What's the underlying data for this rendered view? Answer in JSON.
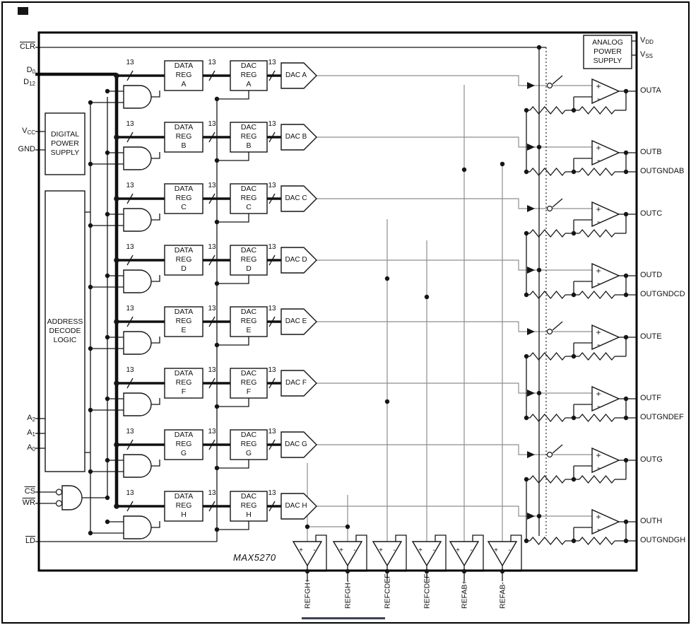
{
  "part_number": "MAX5270",
  "bus_width": "13",
  "symbols": {
    "plus": "+",
    "minus": "-"
  },
  "pins": {
    "left": {
      "clr": {
        "label": "CLR"
      },
      "d0": {
        "base": "D",
        "sub": "0"
      },
      "d12": {
        "base": "D",
        "sub": "12"
      },
      "vcc": {
        "base": "V",
        "sub": "CC"
      },
      "gnd": {
        "label": "GND"
      },
      "a2": {
        "base": "A",
        "sub": "2"
      },
      "a1": {
        "base": "A",
        "sub": "1"
      },
      "a0": {
        "base": "A",
        "sub": "0"
      },
      "cs": {
        "label": "CS"
      },
      "wr": {
        "label": "WR"
      },
      "ld": {
        "label": "LD"
      }
    },
    "right": {
      "vdd": {
        "base": "V",
        "sub": "DD"
      },
      "vss": {
        "base": "V",
        "sub": "SS"
      },
      "outputs": [
        "OUTA",
        "OUTB",
        "OUTC",
        "OUTD",
        "OUTE",
        "OUTF",
        "OUTG",
        "OUTH"
      ],
      "out_gnd": [
        "OUTGNDAB",
        "OUTGNDCD",
        "OUTGNDEF",
        "OUTGNDGH"
      ]
    },
    "bottom": [
      "REFGH+",
      "REFGH-",
      "REFCDEF+",
      "REFCDEF-",
      "REFAB+",
      "REFAB-"
    ]
  },
  "blocks": {
    "digital_power": "DIGITAL\nPOWER\nSUPPLY",
    "address_decode": "ADDRESS\nDECODE\nLOGIC",
    "analog_power": "ANALOG\nPOWER\nSUPPLY"
  },
  "channels": [
    {
      "data_reg": "DATA\nREG\nA",
      "dac_reg": "DAC\nREG\nA",
      "dac": "DAC A"
    },
    {
      "data_reg": "DATA\nREG\nB",
      "dac_reg": "DAC\nREG\nB",
      "dac": "DAC B"
    },
    {
      "data_reg": "DATA\nREG\nC",
      "dac_reg": "DAC\nREG\nC",
      "dac": "DAC C"
    },
    {
      "data_reg": "DATA\nREG\nD",
      "dac_reg": "DAC\nREG\nD",
      "dac": "DAC D"
    },
    {
      "data_reg": "DATA\nREG\nE",
      "dac_reg": "DAC\nREG\nE",
      "dac": "DAC E"
    },
    {
      "data_reg": "DATA\nREG\nF",
      "dac_reg": "DAC\nREG\nF",
      "dac": "DAC F"
    },
    {
      "data_reg": "DATA\nREG\nG",
      "dac_reg": "DAC\nREG\nG",
      "dac": "DAC G"
    },
    {
      "data_reg": "DATA\nREG\nH",
      "dac_reg": "DAC\nREG\nH",
      "dac": "DAC H"
    }
  ]
}
